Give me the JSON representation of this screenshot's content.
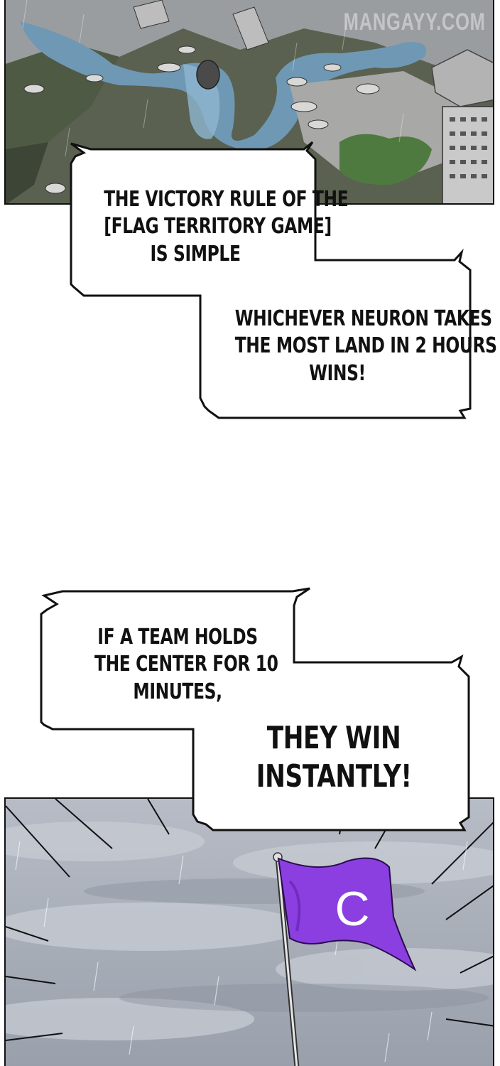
{
  "watermark": "MANGAYY.COM",
  "bubbles": {
    "b1": [
      "THE VICTORY RULE OF THE",
      "[FLAG TERRITORY GAME]",
      "IS SIMPLE"
    ],
    "b2": [
      "WHICHEVER NEURON TAKES",
      "THE MOST LAND IN 2 HOURS",
      "WINS!"
    ],
    "b3": [
      "IF A TEAM HOLDS",
      "THE CENTER FOR 10",
      "MINUTES,"
    ],
    "b4": [
      "THEY WIN",
      "INSTANTLY!"
    ]
  },
  "flag": {
    "letter": "C",
    "color": "#8b3fe0"
  }
}
